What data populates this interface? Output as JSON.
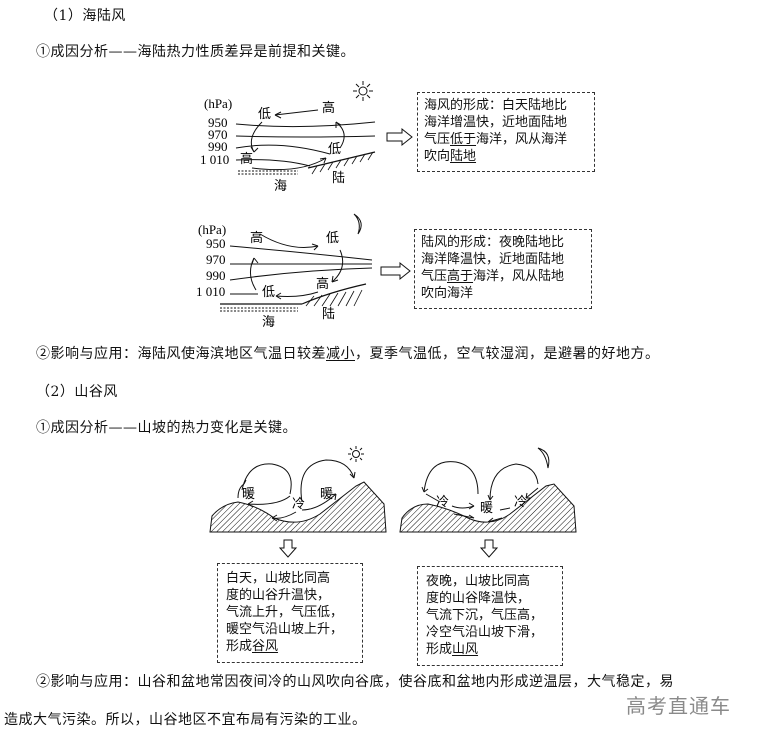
{
  "section1": {
    "heading": "（1）海陆风",
    "cause": "①成因分析——海陆热力性质差异是前提和关键。",
    "sea_breeze_diagram": {
      "unit": "(hPa)",
      "levels": [
        "950",
        "970",
        "990",
        "1 010"
      ],
      "labels": {
        "high_top": "高",
        "low_top": "低",
        "high_bottom": "高",
        "low_bottom": "低",
        "sea": "海",
        "land": "陆"
      },
      "icon": "sun-icon"
    },
    "sea_breeze_box": {
      "lines": [
        "海风的形成：白天陆地比",
        "海洋增温快，近地面陆地",
        "气压",
        "低于",
        "海洋，风从海洋",
        "吹向",
        "陆地"
      ]
    },
    "land_breeze_diagram": {
      "unit": "(hPa)",
      "levels": [
        "950",
        "970",
        "990",
        "1 010"
      ],
      "labels": {
        "high_top": "高",
        "low_top": "低",
        "high_bottom": "高",
        "low_bottom": "低",
        "sea": "海",
        "land": "陆"
      },
      "icon": "moon-icon"
    },
    "land_breeze_box": {
      "lines": [
        "陆风的形成：夜晚陆地比",
        "海洋降温快，近地面陆地",
        "气压",
        "高于",
        "海洋，风从陆地",
        "吹向海洋"
      ]
    },
    "impact_pre": "②影响与应用：海陆风使海滨地区气温日较差",
    "impact_underline": "减小",
    "impact_post": "，夏季气温低，空气较湿润，是避暑的好地方。"
  },
  "section2": {
    "heading": "（2）山谷风",
    "cause": "①成因分析——山坡的热力变化是关键。",
    "day_diagram": {
      "warm1": "暖",
      "cold": "冷",
      "warm2": "暖",
      "icon": "sun-icon"
    },
    "night_diagram": {
      "cold1": "冷",
      "warm": "暖",
      "cold2": "冷",
      "icon": "moon-icon"
    },
    "day_box": {
      "lines": [
        "白天，山坡比同高",
        "度的山谷升温快，",
        "气流上升，气压低，",
        "暖空气沿山坡上升，",
        "形成",
        "谷风"
      ]
    },
    "night_box": {
      "lines": [
        "夜晚，山坡比同高",
        "度的山谷降温快，",
        "气流下沉，气压高，",
        "冷空气沿山坡下滑，",
        "形成",
        "山风"
      ]
    },
    "impact_line1": "②影响与应用：山谷和盆地常因夜间冷的山风吹向谷底，使谷底和盆地内形成逆温层，大气稳定，易",
    "impact_line2": "造成大气污染。所以，山谷地区不宜布局有污染的工业。"
  },
  "watermark": "高考直通车"
}
